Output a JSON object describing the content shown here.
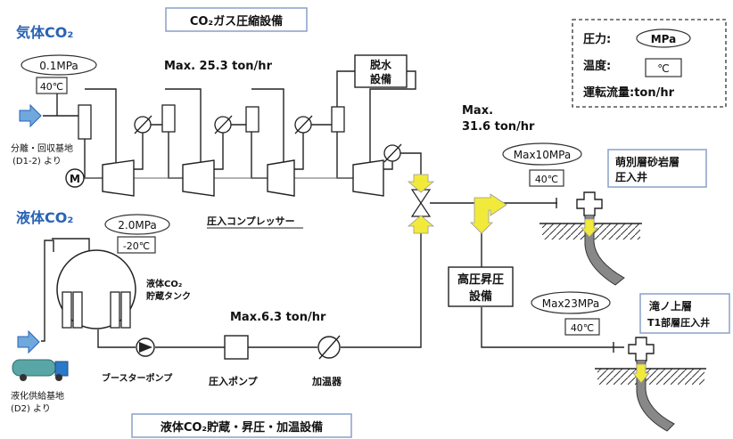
{
  "header": {
    "gas_co2": "気体CO₂",
    "liquid_co2": "液体CO₂",
    "gas_facility": "CO₂ガス圧縮設備",
    "liquid_facility": "液体CO₂貯蔵・昇圧・加温設備"
  },
  "legend": {
    "pressure_label": "圧力:",
    "pressure_unit": "MPa",
    "temp_label": "温度:",
    "temp_unit": "℃",
    "flow_label": "運転流量:ton/hr"
  },
  "gas_inlet": {
    "pressure": "0.1MPa",
    "temp": "40℃",
    "source_line1": "分離・回収基地",
    "source_line2": "(D1-2) より"
  },
  "liquid_inlet": {
    "pressure": "2.0MPa",
    "temp": "-20℃",
    "source_line1": "液化供給基地",
    "source_line2": "(D2) より"
  },
  "equipment": {
    "motor": "M",
    "dehydration_line1": "脱水",
    "dehydration_line2": "設備",
    "compressor": "圧入コンプレッサー",
    "tank_line1": "液体CO₂",
    "tank_line2": "貯蔵タンク",
    "booster_pump": "ブースターポンプ",
    "injection_pump": "圧入ポンプ",
    "heater": "加温器",
    "hp_line1": "高圧昇圧",
    "hp_line2": "設備"
  },
  "flows": {
    "gas_max": "Max. 25.3 ton/hr",
    "total_max_line1": "Max.",
    "total_max_line2": "31.6 ton/hr",
    "liquid_max": "Max.6.3 ton/hr"
  },
  "wells": {
    "well1_pressure": "Max10MPa",
    "well1_temp": "40℃",
    "well1_line1": "萌別層砂岩層",
    "well1_line2": "圧入井",
    "well2_pressure": "Max23MPa",
    "well2_temp": "40℃",
    "well2_line1": "滝ノ上層",
    "well2_line2": "T1部層圧入井"
  },
  "colors": {
    "arrow_yellow": "#f2ea3a",
    "inlet_blue": "#6fa8dc",
    "header_blue": "#2a63b5",
    "truck_teal": "#5aa6a6"
  }
}
